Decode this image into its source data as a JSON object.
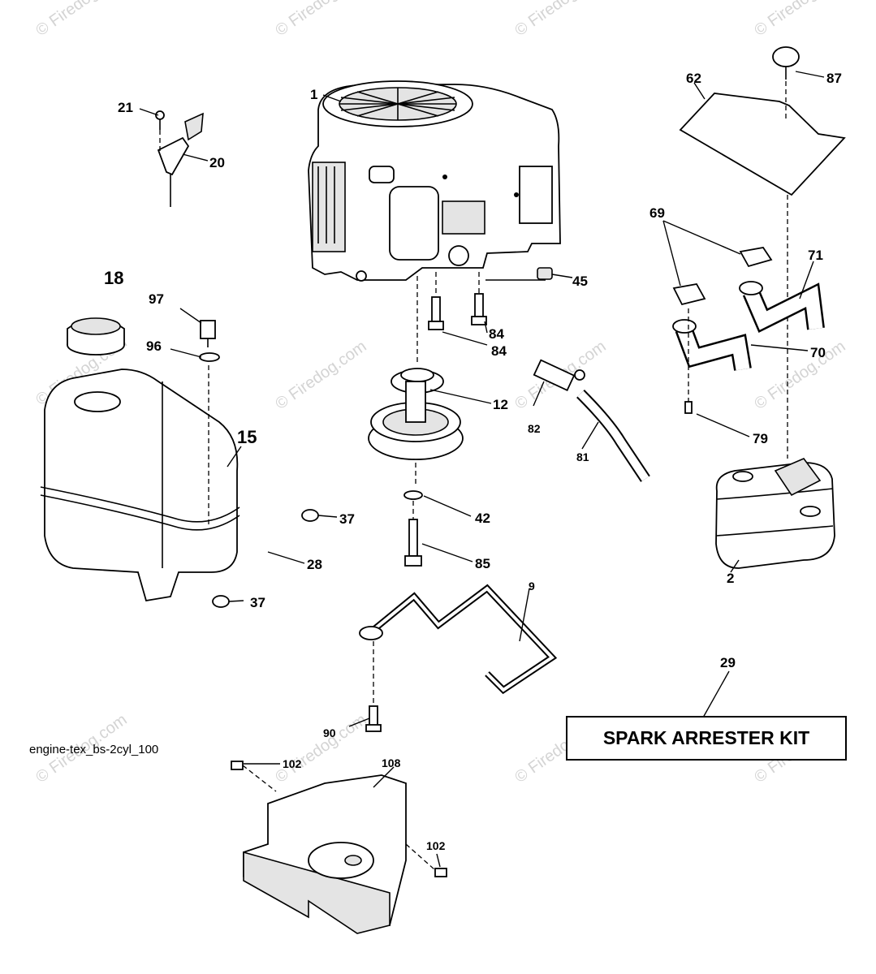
{
  "diagram_id": "engine-tex_bs-2cyl_100",
  "kit_label": "SPARK ARRESTER KIT",
  "watermark": "© Firedog.com",
  "callouts": {
    "p1": "1",
    "p2": "2",
    "p9": "9",
    "p12": "12",
    "p15": "15",
    "p18": "18",
    "p20": "20",
    "p21": "21",
    "p28": "28",
    "p29": "29",
    "p37a": "37",
    "p37b": "37",
    "p42": "42",
    "p45": "45",
    "p62": "62",
    "p69": "69",
    "p70": "70",
    "p71": "71",
    "p79": "79",
    "p81": "81",
    "p82": "82",
    "p84a": "84",
    "p84b": "84",
    "p85": "85",
    "p87": "87",
    "p90": "90",
    "p96": "96",
    "p97": "97",
    "p102a": "102",
    "p102b": "102",
    "p108": "108"
  }
}
